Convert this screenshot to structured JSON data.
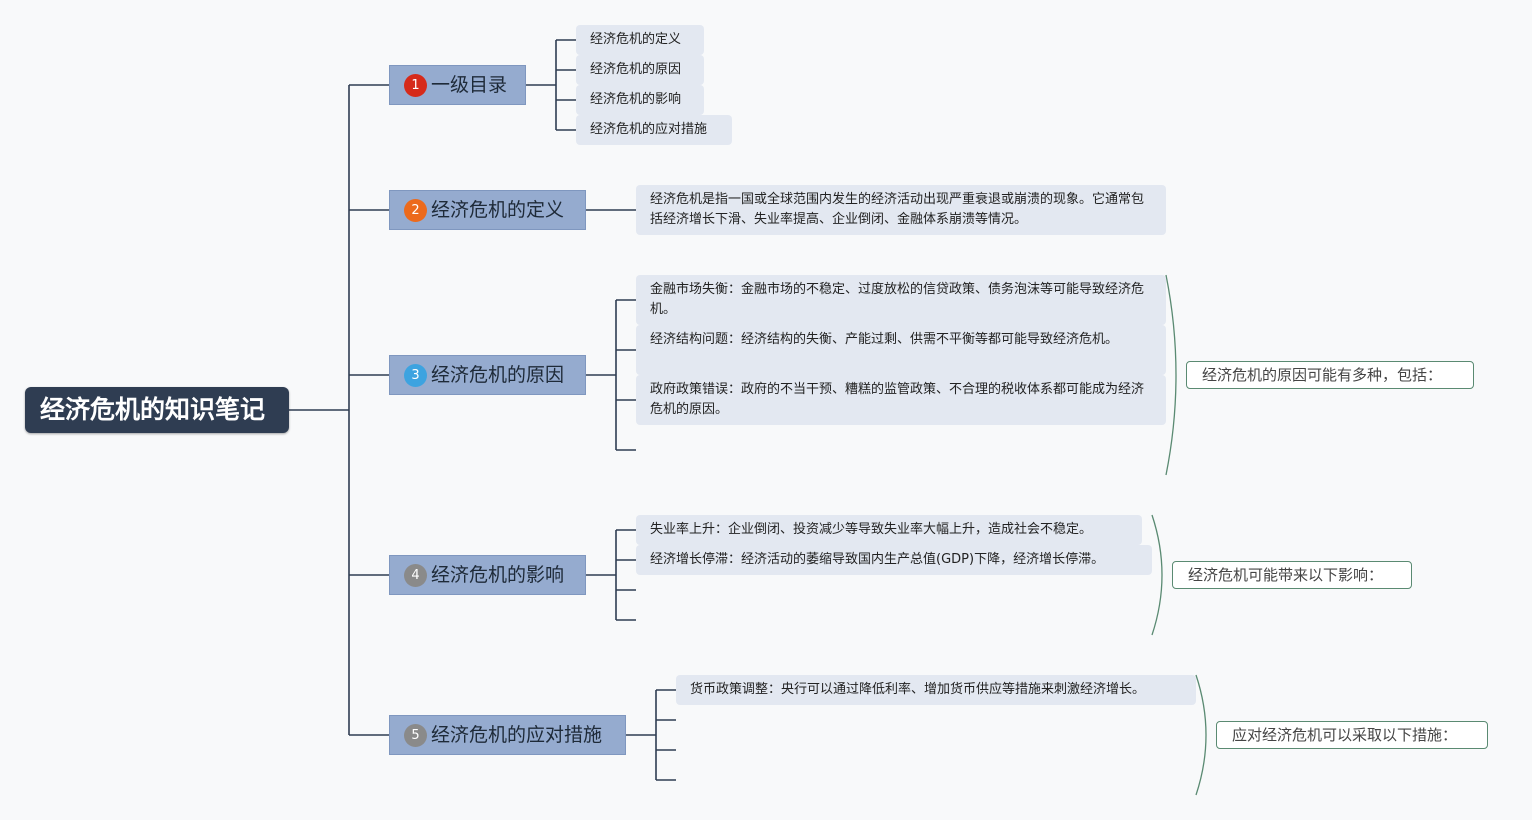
{
  "root": {
    "title": "经济危机的知识笔记"
  },
  "branches": [
    {
      "num": "1",
      "badge_color": "#d62a1a",
      "label": "一级目录",
      "children": [
        "经济危机的定义",
        "经济危机的原因",
        "经济危机的影响",
        "经济危机的应对措施"
      ]
    },
    {
      "num": "2",
      "badge_color": "#ec6a1c",
      "label": "经济危机的定义",
      "children": [
        "经济危机是指一国或全球范围内发生的经济活动出现严重衰退或崩溃的现象。它通常包括经济增长下滑、失业率提高、企业倒闭、金融体系崩溃等情况。"
      ]
    },
    {
      "num": "3",
      "badge_color": "#3da3e0",
      "label": "经济危机的原因",
      "children": [
        "金融市场失衡：金融市场的不稳定、过度放松的信贷政策、债务泡沫等可能导致经济危机。",
        "经济结构问题：经济结构的失衡、产能过剩、供需不平衡等都可能导致经济危机。",
        "政府政策错误：政府的不当干预、糟糕的监管政策、不合理的税收体系都可能成为经济危机的原因。"
      ],
      "summary": "经济危机的原因可能有多种，包括："
    },
    {
      "num": "4",
      "badge_color": "#8a8a8a",
      "label": "经济危机的影响",
      "children": [
        "失业率上升：企业倒闭、投资减少等导致失业率大幅上升，造成社会不稳定。",
        "经济增长停滞：经济活动的萎缩导致国内生产总值(GDP)下降，经济增长停滞。"
      ],
      "summary": "经济危机可能带来以下影响："
    },
    {
      "num": "5",
      "badge_color": "#8a8a8a",
      "label": "经济危机的应对措施",
      "children": [
        "货币政策调整：央行可以通过降低利率、增加货币供应等措施来刺激经济增长。"
      ],
      "summary": "应对经济危机可以采取以下措施："
    }
  ]
}
